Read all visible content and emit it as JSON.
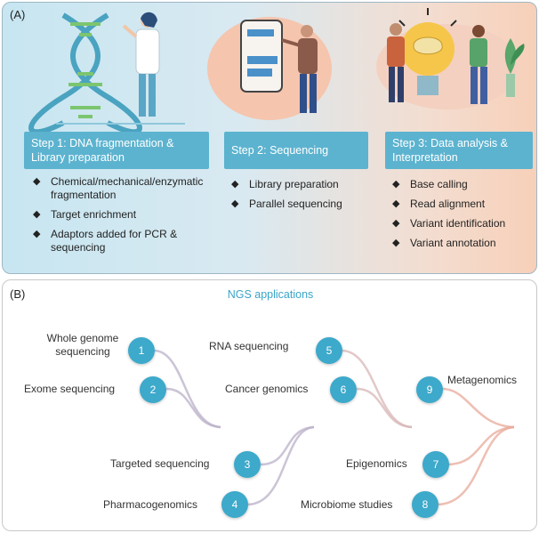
{
  "panel_a": {
    "label": "(A)",
    "steps": [
      {
        "title": "Step 1: DNA fragmentation & Library preparation",
        "bullets": [
          "Chemical/mechanical/enzymatic fragmentation",
          "Target enrichment",
          "Adaptors added for PCR & sequencing"
        ]
      },
      {
        "title": "Step 2: Sequencing",
        "bullets": [
          "Library preparation",
          "Parallel sequencing"
        ]
      },
      {
        "title": "Step 3: Data analysis & Interpretation",
        "bullets": [
          "Base calling",
          "Read alignment",
          "Variant identification",
          "Variant annotation"
        ]
      }
    ]
  },
  "panel_b": {
    "label": "(B)",
    "title": "NGS applications",
    "applications": [
      {
        "num": "1",
        "label": "Whole genome sequencing"
      },
      {
        "num": "2",
        "label": "Exome sequencing"
      },
      {
        "num": "3",
        "label": "Targeted sequencing"
      },
      {
        "num": "4",
        "label": "Pharmacogenomics"
      },
      {
        "num": "5",
        "label": "RNA sequencing"
      },
      {
        "num": "6",
        "label": "Cancer genomics"
      },
      {
        "num": "7",
        "label": "Epigenomics"
      },
      {
        "num": "8",
        "label": "Microbiome studies"
      },
      {
        "num": "9",
        "label": "Metagenomics"
      }
    ]
  },
  "colors": {
    "step_box": "#5cb3cf",
    "circle": "#3da9cb",
    "title_b": "#3aa5c8"
  },
  "icons": [
    "dna-helix-icon",
    "scientist-icon",
    "phone-icon",
    "lightbulb-brain-icon",
    "plant-icon"
  ]
}
